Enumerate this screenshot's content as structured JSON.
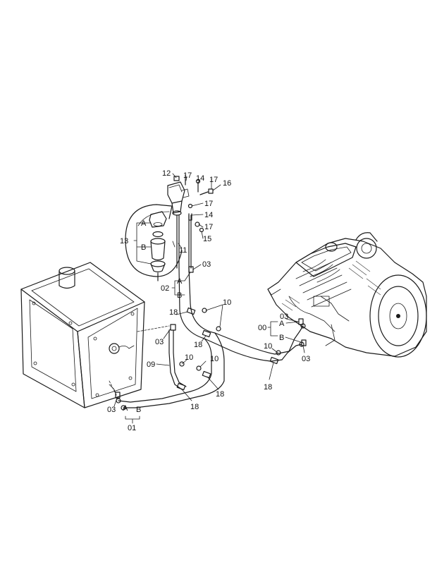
{
  "callouts": {
    "c12": "12",
    "c17a": "17",
    "c14a": "14",
    "c17b": "17",
    "c16": "16",
    "c17c": "17",
    "c14b": "14",
    "c17d": "17",
    "c15": "15",
    "c13": "13",
    "c13A": "A",
    "c13B": "B",
    "c11": "11",
    "c03a": "03",
    "c02": "02",
    "c02A": "A",
    "c02B": "B",
    "c10a": "10",
    "c18a": "18",
    "c03b": "03",
    "c18b": "18",
    "c00": "00",
    "c00A": "A",
    "c00B": "B",
    "c03c": "03",
    "c10b": "10",
    "c03d": "03",
    "c09": "09",
    "c10c": "10",
    "c10d": "10",
    "c18c": "18",
    "c18d": "18",
    "c18e": "18",
    "c03e": "03",
    "c01A": "A",
    "c01B": "B",
    "c01": "01"
  }
}
